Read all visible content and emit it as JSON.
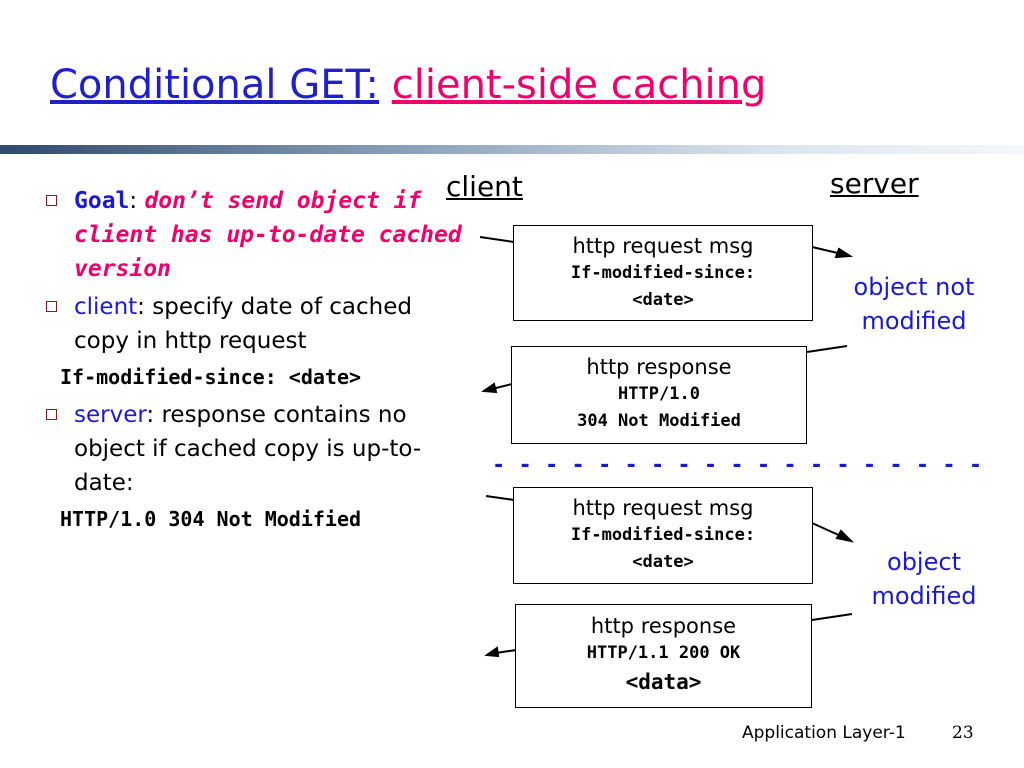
{
  "title": {
    "part1": "Conditional GET:",
    "part2": "client-side caching"
  },
  "bullets": {
    "goal": {
      "label": "Goal",
      "colon": ":",
      "text": "don’t send object if client has up-to-date cached version"
    },
    "client": {
      "label": "client",
      "text": ": specify date of cached copy in http request",
      "code": "If-modified-since: <date>"
    },
    "server": {
      "label": "server",
      "text": ": response contains no object if cached copy is up-to-date:",
      "code": "HTTP/1.0 304 Not Modified"
    }
  },
  "diagram": {
    "client_label": "client",
    "server_label": "server",
    "messages": [
      {
        "line1": "http request msg",
        "line2": "If-modified-since:",
        "line3": "<date>"
      },
      {
        "line1": "http response",
        "line2": "HTTP/1.0",
        "line3": "304 Not Modified"
      },
      {
        "line1": "http request msg",
        "line2": "If-modified-since:",
        "line3": "<date>"
      },
      {
        "line1": "http response",
        "line2": "HTTP/1.1 200 OK",
        "line3": "<data>"
      }
    ],
    "notes": {
      "not_modified": "object not modified",
      "modified": "object modified"
    },
    "divider": "- - - - - - - - - - - - - - - - - - -"
  },
  "footer": {
    "section": "Application Layer-1",
    "page": "23"
  }
}
